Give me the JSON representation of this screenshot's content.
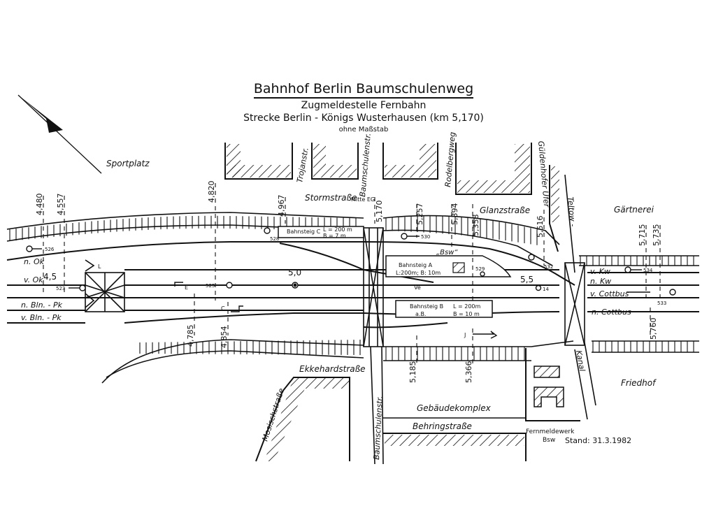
{
  "header": {
    "title": "Bahnhof Berlin  Baumschulenweg",
    "subtitle": "Zugmeldestelle Fernbahn",
    "line": "Strecke Berlin - Königs Wusterhausen (km 5,170)",
    "scale_note": "ohne Maßstab"
  },
  "streets": {
    "trojan": "Trojanstr.",
    "baumschulen_north": "Baumschulenstr.",
    "rodelberg": "Rodelbergweg",
    "gueldenhofer": "Güldenhofer Ufer",
    "teltow": "Teltow -",
    "storm": "Stormstraße",
    "glanz": "Glanzstraße",
    "ekkehard": "Ekkehardstraße",
    "mosisch": "Mosischstraße",
    "baumschulen_south": "Baumschulenstr.",
    "behring": "Behringstraße",
    "kanal": "Kanal"
  },
  "areas": {
    "sportplatz": "Sportplatz",
    "gaertnerei": "Gärtnerei",
    "friedhof": "Friedhof",
    "gebaeude": "Gebäudekomplex",
    "fernmelde1": "Fernmeldewerk",
    "fernmelde2": "Bsw",
    "mitte_eg": "Mitte EG"
  },
  "platforms": {
    "c": {
      "name": "Bahnsteig C",
      "length": "L = 200 m",
      "width": "B =  7 m"
    },
    "a": {
      "name": "Bahnsteig  A",
      "spec": "L:200m;  B: 10m"
    },
    "b": {
      "name": "Bahnsteig B",
      "length": "L = 200m",
      "sub": "a.B.",
      "width": "B =  10 m"
    }
  },
  "tracks": {
    "n_ok": "n. Ok",
    "v_ok": "v. Ok",
    "n_bln_pk": "n. Bln. - Pk",
    "v_bln_pk": "v. Bln. - Pk",
    "v_kw": "v. Kw",
    "n_kw": "n. Kw",
    "v_cottbus": "v. Cottbus",
    "n_cottbus": "n. Cottbus"
  },
  "km_marks": {
    "k4480": "4,480",
    "k4557": "4,557",
    "k4820": "4,820",
    "k4967": "4,967",
    "k5170": "5,170",
    "k5257": "5,257",
    "k5394": "5,394",
    "k5358": "5,358",
    "k5516": "5,516",
    "k5715": "5,715",
    "k5735": "5,735",
    "k4785": "4,785",
    "k4854": "4,854",
    "k5185": "5,185",
    "k5366": "5,366",
    "k5760": "5,760",
    "k45": "4,5",
    "k50": "5,0",
    "k55": "5,5"
  },
  "signals": {
    "s526": "526",
    "s528": "528",
    "s530": "530",
    "s529": "529",
    "s532": "532",
    "s534": "534",
    "s533": "533",
    "s523": "523",
    "s525": "525",
    "s14": "14",
    "e": "E",
    "c": "C",
    "j": "J",
    "l": "L",
    "ve": "Ve",
    "bsw": "„Bsw“"
  },
  "stand": "Stand: 31.3.1982"
}
